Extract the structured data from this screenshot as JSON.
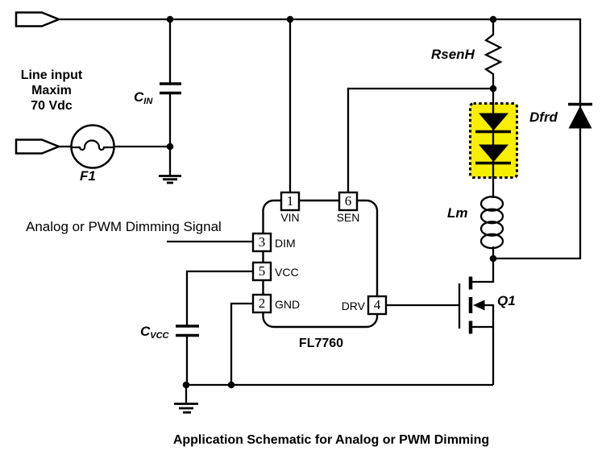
{
  "schematic": {
    "input": {
      "line1": "Line input",
      "line2": "Maxim",
      "line3": "70 Vdc",
      "fuse_label": "F1",
      "cap_label_main": "C",
      "cap_label_sub": "IN"
    },
    "dimming_signal_label": "Analog or PWM Dimming Signal",
    "vcc_cap_label_main": "C",
    "vcc_cap_label_sub": "VCC",
    "ic": {
      "name": "FL7760",
      "pins": [
        {
          "num": "1",
          "label": "VIN"
        },
        {
          "num": "6",
          "label": "SEN"
        },
        {
          "num": "3",
          "label": "DIM"
        },
        {
          "num": "5",
          "label": "VCC"
        },
        {
          "num": "2",
          "label": "GND"
        },
        {
          "num": "4",
          "label": "DRV"
        }
      ]
    },
    "output": {
      "sense_resistor_label": "RsenH",
      "freewheel_diode_label": "Dfrd",
      "inductor_label": "Lm",
      "mosfet_label": "Q1"
    },
    "caption": "Application Schematic for Analog or PWM Dimming",
    "colors": {
      "wire": "#000000",
      "led_highlight_fill": "#F7EE00",
      "background": "#FFFFFF"
    }
  }
}
